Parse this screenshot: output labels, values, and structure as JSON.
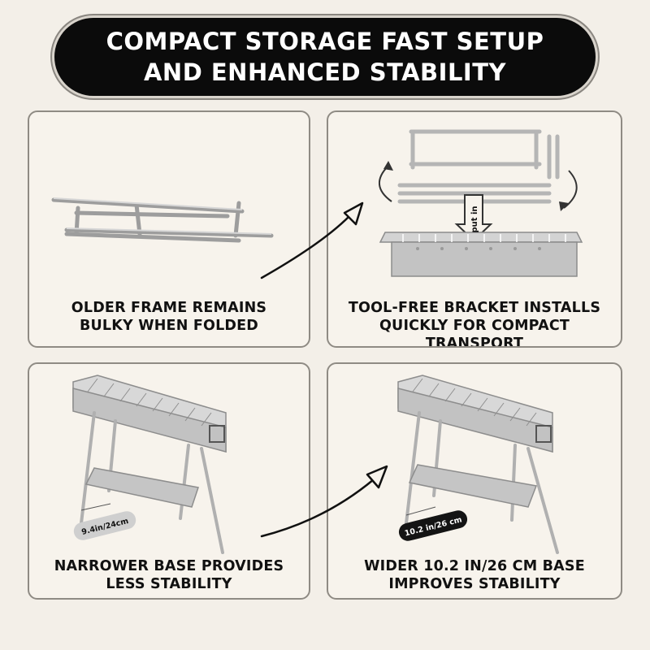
{
  "banner": {
    "line1": "COMPACT STORAGE FAST SETUP",
    "line2": "AND ENHANCED STABILITY"
  },
  "panels": [
    {
      "line1": "OLDER FRAME REMAINS",
      "line2": "BULKY WHEN FOLDED"
    },
    {
      "line1": "TOOL-FREE BRACKET INSTALLS",
      "line2": "QUICKLY FOR COMPACT TRANSPORT",
      "tag": "put in"
    },
    {
      "line1": "NARROWER BASE PROVIDES",
      "line2": "LESS STABILITY",
      "measure": "9.4in/24cm"
    },
    {
      "line1": "WIDER 10.2 IN/26 CM BASE",
      "line2": "IMPROVES STABILITY",
      "measure": "10.2 in/26 cm"
    }
  ],
  "colors": {
    "background": "#f3efe8",
    "banner": "#0b0b0b",
    "panel_border": "#8f8b84",
    "metal": "#c9c9c9"
  }
}
